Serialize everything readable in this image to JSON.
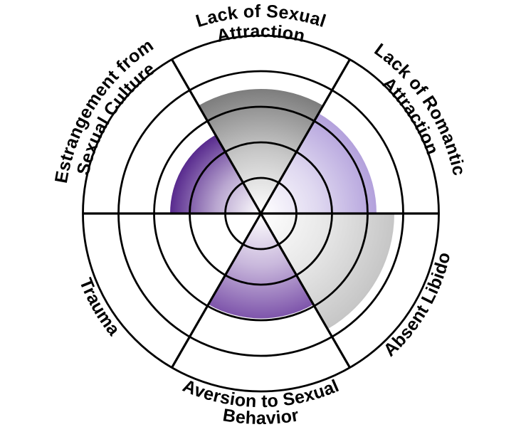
{
  "chart_data": {
    "type": "polar-area",
    "title": "",
    "categories": [
      "Lack of Sexual Attraction",
      "Lack of Romantic Attraction",
      "Absent Libido",
      "Aversion to Sexual Behavior",
      "Trauma",
      "Estrangement from Sexual Culture"
    ],
    "values": [
      3.5,
      3.25,
      3.75,
      2.95,
      0,
      2.55
    ],
    "max": 5,
    "rings": [
      1,
      2,
      3,
      4,
      5
    ],
    "start": "top",
    "direction": "clockwise",
    "grid": true,
    "legend": false,
    "colors": [
      "#7d7d7d",
      "#b3a1dc",
      "#c6c6c6",
      "#7e55ab",
      "none",
      "#582a8e"
    ],
    "gradient_center": "#ffffff",
    "grid_color": "#000000"
  },
  "labels": {
    "top": {
      "line1": "Lack of Sexual",
      "line2": "Attraction"
    },
    "top_right": {
      "line1": "Lack of Romantic",
      "line2": "Attraction"
    },
    "bottom_right": {
      "line1": "Absent Libido"
    },
    "bottom": {
      "line1": "Aversion to Sexual",
      "line2": "Behavior"
    },
    "bottom_left": {
      "line1": "Trauma"
    },
    "top_left": {
      "line1": "Estrangement from",
      "line2": "Sexual Culture"
    }
  }
}
